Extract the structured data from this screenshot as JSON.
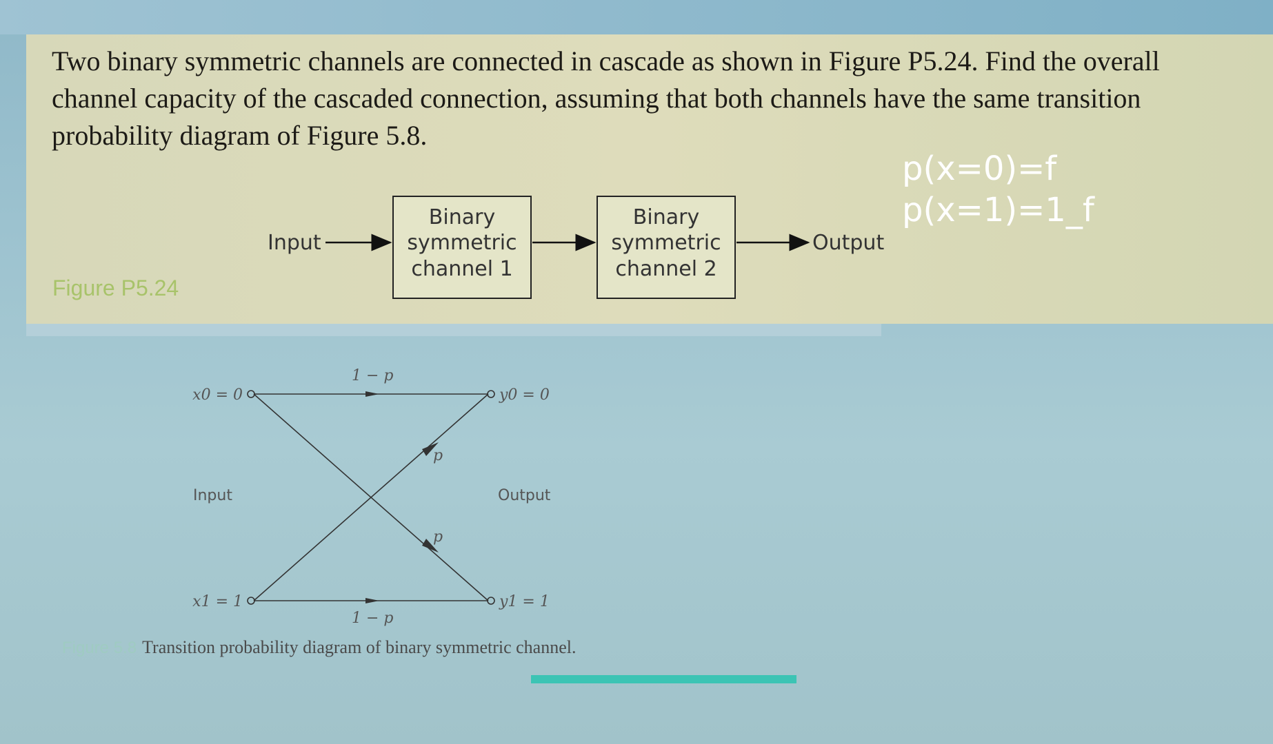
{
  "problem": {
    "text": "Two binary symmetric channels are connected in cascade as shown in Figure P5.24. Find the overall channel capacity of the cascaded connection, assuming that both channels have the same transition probability diagram of Figure 5.8."
  },
  "note": {
    "line1": "p(x=0)=f",
    "line2": "p(x=1)=1_f"
  },
  "figure_p524": {
    "caption": "Figure P5.24",
    "input_label": "Input",
    "output_label": "Output",
    "channel1": [
      "Binary",
      "symmetric",
      "channel 1"
    ],
    "channel2": [
      "Binary",
      "symmetric",
      "channel 2"
    ]
  },
  "figure_58": {
    "x0_label": "x0 = 0",
    "x1_label": "x1 = 1",
    "y0_label": "y0 = 0",
    "y1_label": "y1 = 1",
    "top_prob": "1 − p",
    "bottom_prob": "1 − p",
    "cross_prob_upper": "p",
    "cross_prob_lower": "p",
    "input_label": "Input",
    "output_label": "Output",
    "caption_number": "Figure 5.8",
    "caption_text": "Transition probability diagram of binary symmetric channel."
  },
  "colors": {
    "note_color": "#ffffff",
    "figure_caption_color": "#a8c36a",
    "accent_bar": "#3cc4b4"
  }
}
